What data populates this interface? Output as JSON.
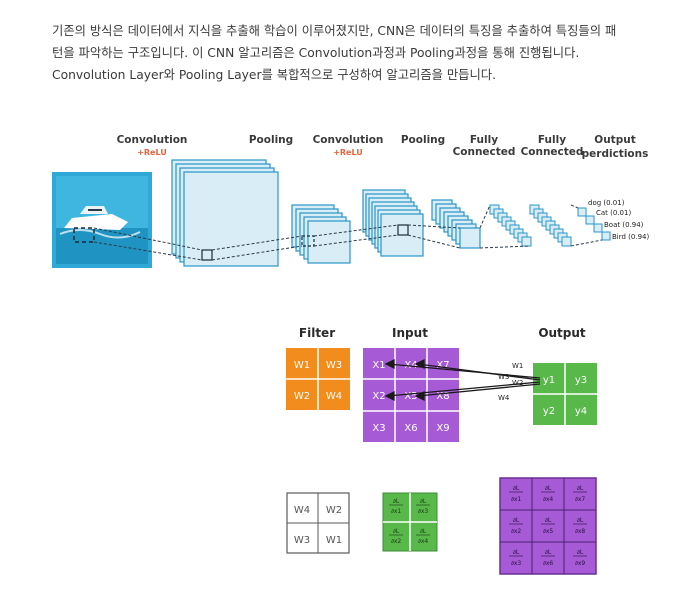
{
  "intro": {
    "line1": "기존의 방식은 데이터에서 지식을 추출해 학습이 이루어졌지만, CNN은 데이터의 특징을 추출하여 특징들의 패",
    "line2": "턴을 파악하는 구조입니다. 이 CNN 알고리즘은 Convolution과정과 Pooling과정을 통해 진행됩니다.",
    "line3": "Convolution Layer와 Pooling Layer를 복합적으로 구성하여 알고리즘을 만듭니다."
  },
  "cnn": {
    "stages": {
      "conv1": "Convolution",
      "relu1": "+ReLU",
      "pool1": "Pooling",
      "conv2": "Convolution",
      "relu2": "+ReLU",
      "pool2": "Pooling",
      "fc1_a": "Fully",
      "fc1_b": "Connected",
      "fc2_a": "Fully",
      "fc2_b": "Connected",
      "out_a": "Output",
      "out_b": "perdictions"
    },
    "predictions": [
      "dog (0.01)",
      "Cat (0.01)",
      "Boat (0.94)",
      "Bird (0.94)"
    ],
    "colors": {
      "relu": "#e8643c",
      "layer_fill": "#d8edf6",
      "layer_stroke": "#2a95c8",
      "image": "#2fa9d6"
    }
  },
  "conv_example": {
    "filter_title": "Filter",
    "input_title": "Input",
    "output_title": "Output",
    "filter": [
      "W1",
      "W3",
      "W2",
      "W4"
    ],
    "input": [
      "X1",
      "X2",
      "X3",
      "X4",
      "X5",
      "X6",
      "X7",
      "X8",
      "X9"
    ],
    "output": [
      "y1",
      "y3",
      "y2",
      "y4"
    ],
    "arrow_labels": [
      "W1",
      "W3",
      "W2",
      "W4"
    ],
    "flipped": [
      "W4",
      "W2",
      "W3",
      "W1"
    ],
    "grad_num": "∂L",
    "grad_dens_green": [
      "∂x1",
      "∂x3",
      "∂x2",
      "∂x4"
    ],
    "grad_dens_purple": [
      "∂x1",
      "∂x4",
      "∂x7",
      "∂x2",
      "∂x5",
      "∂x8",
      "∂x3",
      "∂x6",
      "∂x9"
    ],
    "colors": {
      "filter": "#f28c1c",
      "input": "#a65ad6",
      "output": "#58b84a"
    }
  }
}
